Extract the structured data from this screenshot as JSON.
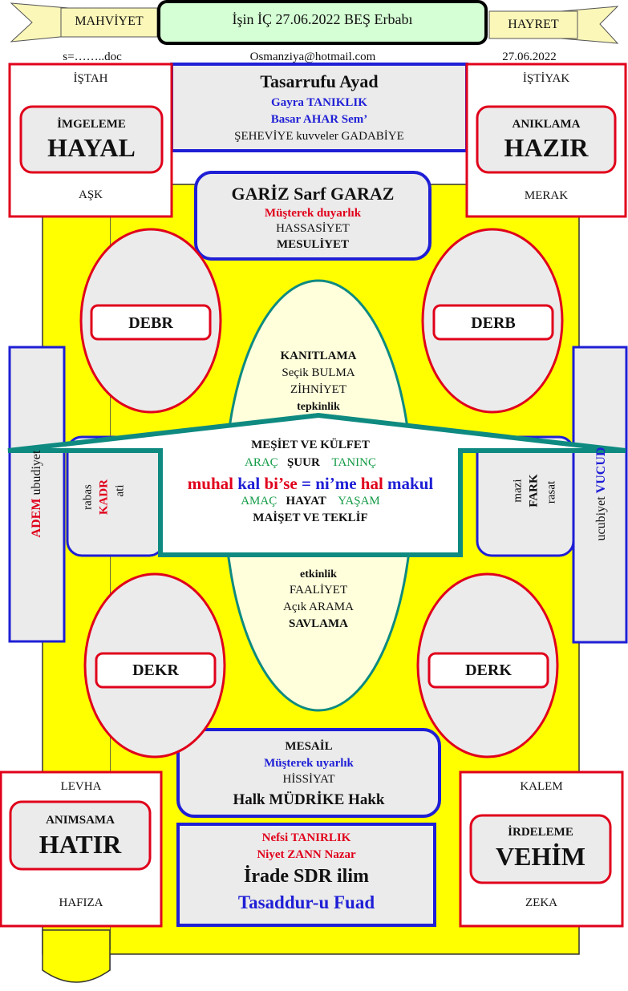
{
  "header": {
    "title": "İşin İÇ 27.06.2022 BEŞ Erbabı",
    "left_banner": "MAHVİYET",
    "right_banner": "HAYRET",
    "doc_field": "s=……..doc",
    "email": "Osmanziya@hotmail.com",
    "date": "27.06.2022"
  },
  "top_left_box": {
    "top": "İŞTAH",
    "inner_small": "İMGELEME",
    "inner_big": "HAYAL",
    "bottom": "AŞK"
  },
  "top_right_box": {
    "top": "İŞTİYAK",
    "inner_small": "ANIKLAMA",
    "inner_big": "HAZIR",
    "bottom": "MERAK"
  },
  "bottom_left_box": {
    "top": "LEVHA",
    "inner_small": "ANIMSAMA",
    "inner_big": "HATIR",
    "bottom": "HAFIZA"
  },
  "bottom_right_box": {
    "top": "KALEM",
    "inner_small": "İRDELEME",
    "inner_big": "VEHİM",
    "bottom": "ZEKA"
  },
  "top_center": {
    "title": "Tasarrufu Ayad",
    "line1": "Gayra TANIKLIK",
    "line2": "Basar  AHAR Sem’",
    "line3": "ŞEHEVİYE  kuvveler GADABİYE"
  },
  "gariz_box": {
    "title": "GARİZ Sarf GARAZ",
    "line1": "Müşterek duyarlık",
    "line2": "HASSASİYET",
    "line3": "MESULİYET"
  },
  "mesail_box": {
    "title": "MESAİL",
    "line1": "Müşterek uyarlık",
    "line2": "HİSSİYAT",
    "line3": "Halk MÜDRİKE Hakk"
  },
  "bottom_center": {
    "line1": "Nefsi TANIRLIK",
    "line2": "Niyet  ZANN  Nazar",
    "line3": "İrade SDR ilim",
    "line4": "Tasaddur-u Fuad"
  },
  "ovals": {
    "top_left": "DEBR",
    "top_right": "DERB",
    "bottom_left": "DEKR",
    "bottom_right": "DERK"
  },
  "center_oval_top": {
    "line1": "KANITLAMA",
    "line2": "Seçik BULMA",
    "line3": "ZİHNİYET",
    "line4": "tepkinlik"
  },
  "center_oval_bottom": {
    "line1": "etkinlik",
    "line2": "FAALİYET",
    "line3": "Açık ARAMA",
    "line4": "SAVLAMA"
  },
  "center_house": {
    "line1": "MEŞİET VE KÜLFET",
    "line2_a": "ARAÇ",
    "line2_b": "ŞUUR",
    "line2_c": "TANINÇ",
    "eq": {
      "muhal": "muhal",
      "kal": "kal",
      "bise": "bi’se",
      "equals": "=",
      "nime": "ni’me",
      "hal": "hal",
      "makul": "makul"
    },
    "line4_a": "AMAÇ",
    "line4_b": "HAYAT",
    "line4_c": "YAŞAM",
    "line5": "MAİŞET VE TEKLİF"
  },
  "left_side": {
    "red_word": "ADEM",
    "word": "ubudiyet"
  },
  "right_side": {
    "word": "ucubiyet",
    "blue_word": "VUCUD"
  },
  "left_inner": {
    "a": "rabas",
    "b": "KADR",
    "c": "ati"
  },
  "right_inner": {
    "a": "mazi",
    "b": "FARK",
    "c": "rasat"
  },
  "colors": {
    "yellow": "#ffff00",
    "red": "#e0001b",
    "blue": "#1f1fd6",
    "teal": "#0e8a80",
    "green": "#129a45"
  }
}
